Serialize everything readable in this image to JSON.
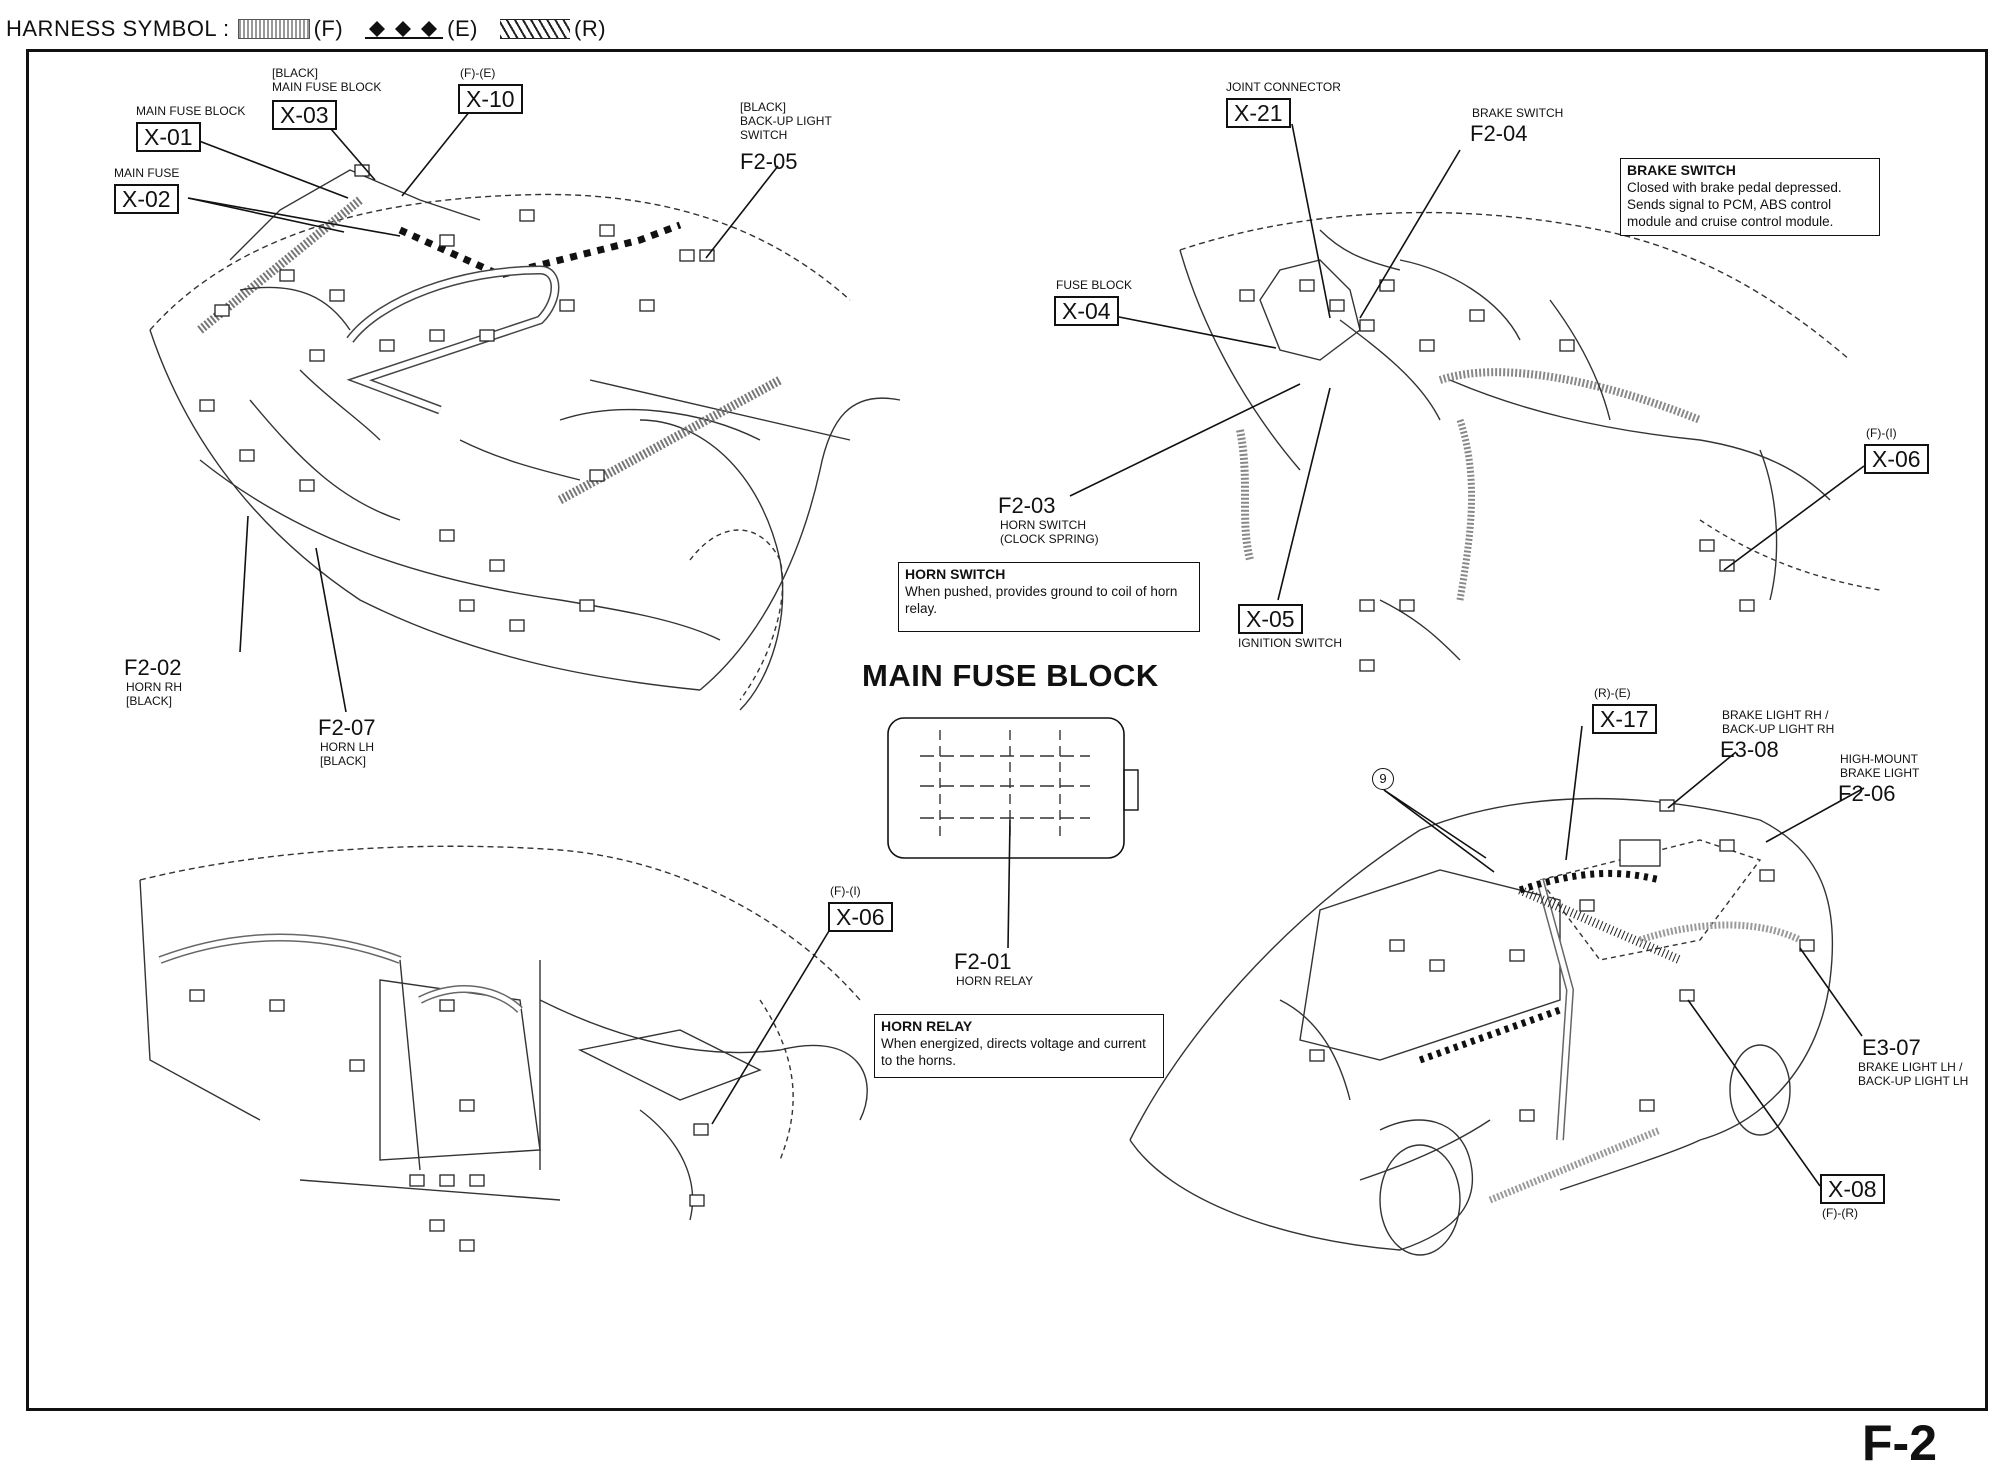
{
  "harness_symbol": {
    "label": "HARNESS SYMBOL :",
    "items": [
      {
        "code": "(F)"
      },
      {
        "code": "(E)"
      },
      {
        "code": "(R)"
      }
    ]
  },
  "callouts": [
    {
      "id": "x01",
      "tag": "X-01",
      "caption": "MAIN FUSE BLOCK"
    },
    {
      "id": "x02",
      "tag": "X-02",
      "caption": "MAIN FUSE"
    },
    {
      "id": "x03",
      "tag": "X-03",
      "caption": "[BLACK]\nMAIN FUSE BLOCK"
    },
    {
      "id": "x10",
      "tag": "X-10",
      "caption": "(F)-(E)"
    },
    {
      "id": "x21",
      "tag": "X-21",
      "caption": "JOINT CONNECTOR"
    },
    {
      "id": "x04",
      "tag": "X-04",
      "caption": "FUSE BLOCK"
    },
    {
      "id": "x05",
      "tag": "X-05",
      "caption": "IGNITION SWITCH"
    },
    {
      "id": "x06a",
      "tag": "X-06",
      "caption": "(F)-(I)"
    },
    {
      "id": "x06b",
      "tag": "X-06",
      "caption": "(F)-(I)"
    },
    {
      "id": "x17",
      "tag": "X-17",
      "caption": "(R)-(E)"
    },
    {
      "id": "x08",
      "tag": "X-08",
      "caption": "(F)-(R)"
    }
  ],
  "codes": [
    {
      "id": "f205",
      "code": "F2-05",
      "caption": "[BLACK]\nBACK-UP LIGHT\nSWITCH"
    },
    {
      "id": "f204",
      "code": "F2-04",
      "caption": "BRAKE SWITCH"
    },
    {
      "id": "f203",
      "code": "F2-03",
      "caption": "HORN SWITCH\n(CLOCK SPRING)"
    },
    {
      "id": "f202",
      "code": "F2-02",
      "caption": "HORN RH\n[BLACK]"
    },
    {
      "id": "f207",
      "code": "F2-07",
      "caption": "HORN LH\n[BLACK]"
    },
    {
      "id": "f201",
      "code": "F2-01",
      "caption": "HORN RELAY"
    },
    {
      "id": "e308",
      "code": "E3-08",
      "caption": "BRAKE LIGHT RH /\nBACK-UP LIGHT RH"
    },
    {
      "id": "f206",
      "code": "F2-06",
      "caption": "HIGH-MOUNT\nBRAKE LIGHT"
    },
    {
      "id": "e307",
      "code": "E3-07",
      "caption": "BRAKE LIGHT LH /\nBACK-UP LIGHT LH"
    }
  ],
  "notes": [
    {
      "id": "brake",
      "title": "BRAKE SWITCH",
      "body": "Closed with brake pedal depressed. Sends signal to PCM, ABS control module and cruise control module."
    },
    {
      "id": "horn_switch",
      "title": "HORN SWITCH",
      "body": "When pushed, provides ground to coil of horn relay."
    },
    {
      "id": "horn_relay",
      "title": "HORN RELAY",
      "body": "When energized, directs voltage and current to the horns."
    }
  ],
  "main_fuse_block_title": "MAIN FUSE BLOCK",
  "ground_ref": "9",
  "page_number": "F-2"
}
